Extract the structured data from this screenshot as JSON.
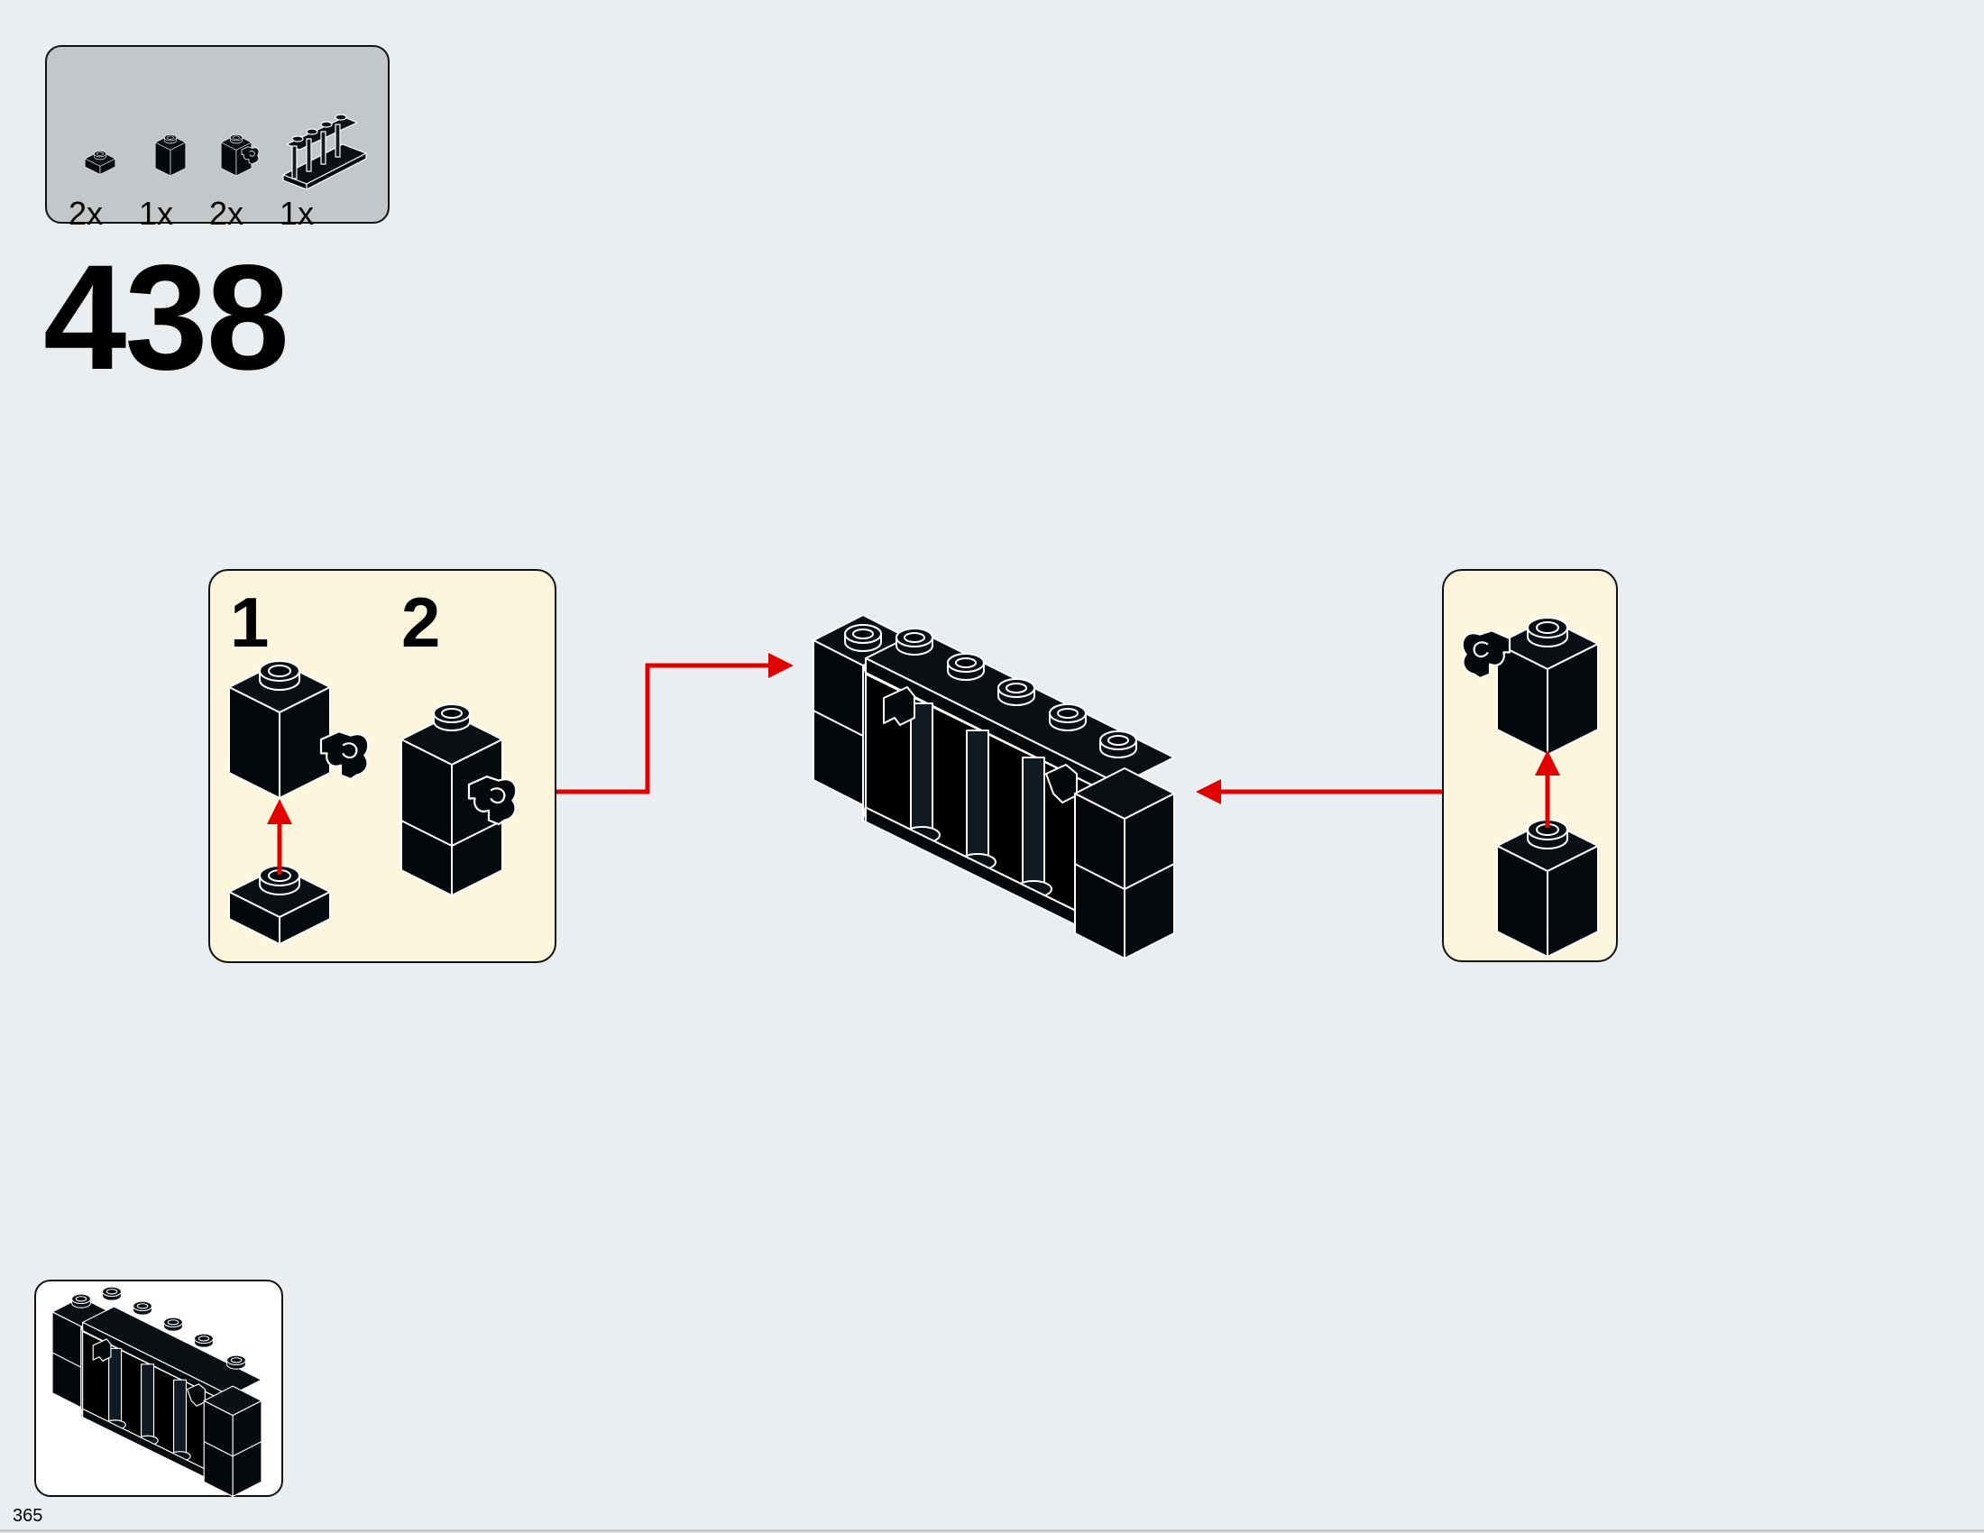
{
  "parts_list": [
    {
      "name": "plate-1x1",
      "quantity": "2x"
    },
    {
      "name": "brick-1x1",
      "quantity": "1x"
    },
    {
      "name": "brick-1x1-with-clip",
      "quantity": "2x"
    },
    {
      "name": "fence-1x4x2-spindled",
      "quantity": "1x"
    }
  ],
  "step_number": "438",
  "callout_left": {
    "sub_steps": [
      "1",
      "2"
    ]
  },
  "page_number": "365",
  "colors": {
    "page_background": "#eaeef1",
    "parts_box": "#c3c7ca",
    "callout_background": "#fdf6dc",
    "arrow": "#e00000",
    "brick": "#05090c"
  }
}
